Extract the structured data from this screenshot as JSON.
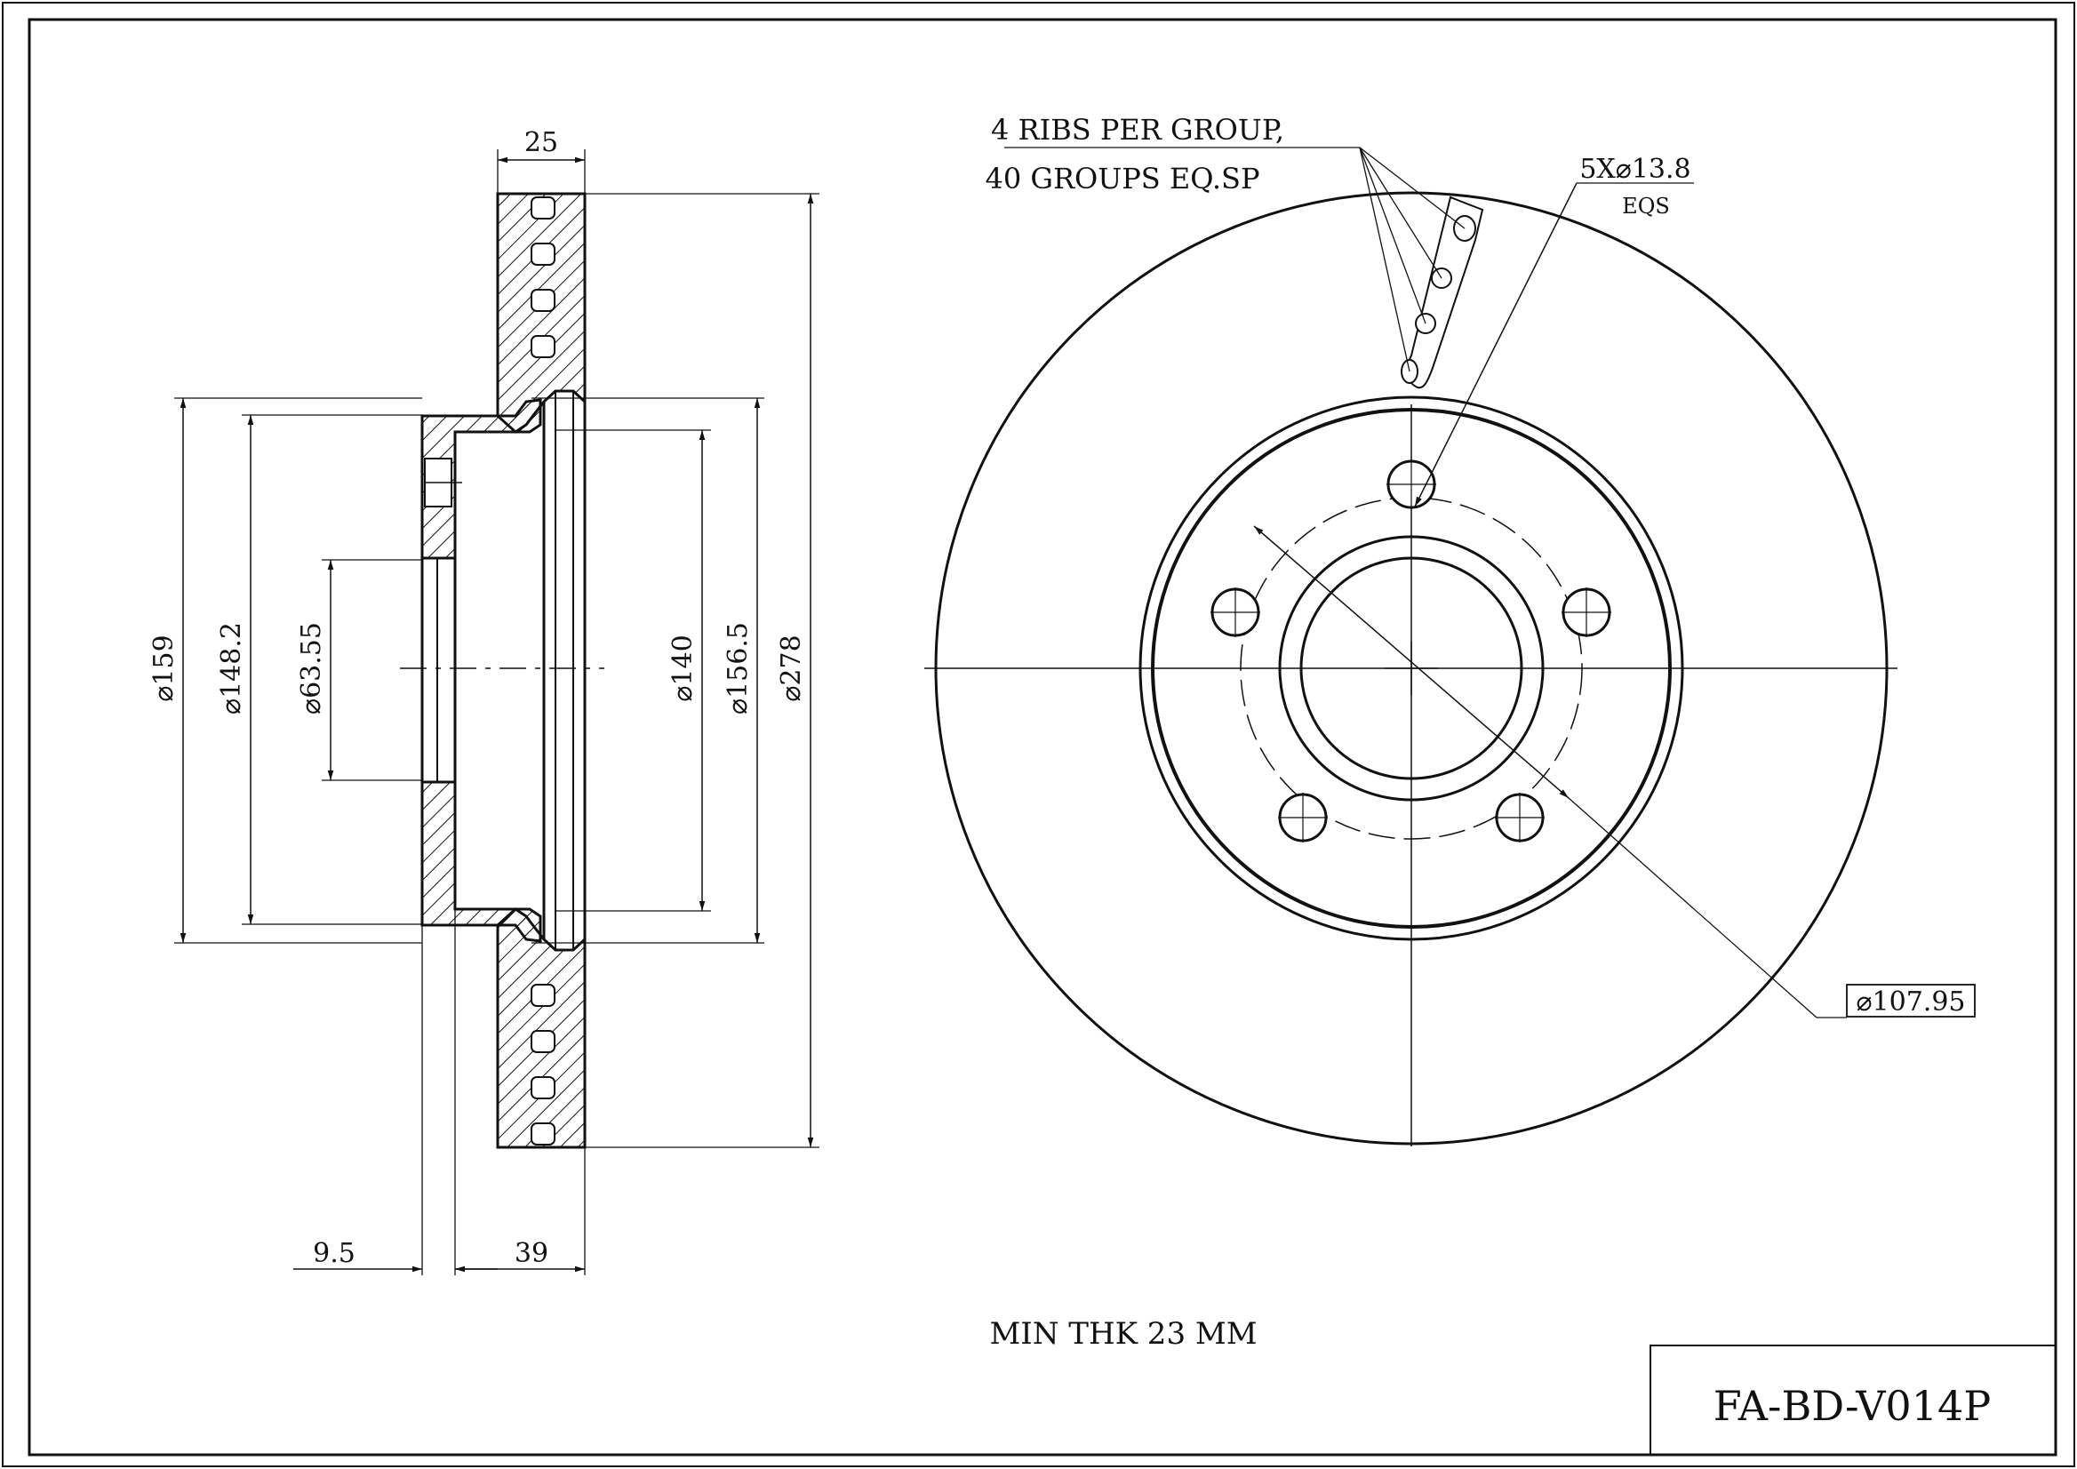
{
  "drawing": {
    "part_number": "FA-BD-V014P",
    "min_thickness_note": "MIN THK 23 MM",
    "ribs_note": {
      "line1": "4 RIBS PER GROUP,",
      "line2": "40 GROUPS EQ.SP"
    },
    "bolt_holes": {
      "label": "5X⌀13.8",
      "sublabel": "EQS"
    },
    "dimensions": {
      "outer_diameter": "⌀278",
      "d156": "⌀156.5",
      "d140": "⌀140",
      "hat_diameter": "⌀159",
      "d148": "⌀148.2",
      "center_bore": "⌀63.55",
      "pcd": "⌀107.95",
      "width_top": "25",
      "height_39": "39",
      "offset_9_5": "9.5"
    }
  }
}
